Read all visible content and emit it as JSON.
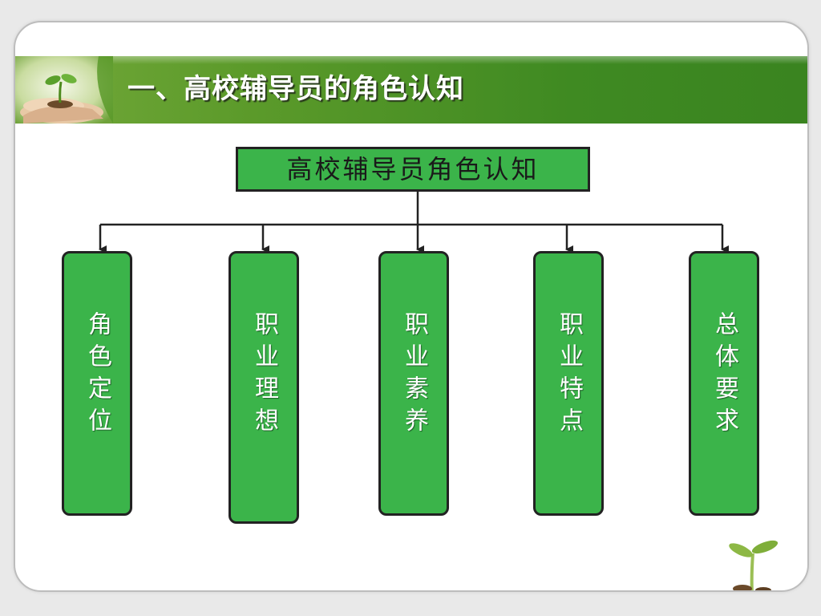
{
  "slide": {
    "title": "一、高校辅导员的角色认知"
  },
  "diagram": {
    "root": "高校辅导员角色认知",
    "children": [
      {
        "label": "角色定位"
      },
      {
        "label": "职业理想"
      },
      {
        "label": "职业素养"
      },
      {
        "label": "职业特点"
      },
      {
        "label": "总体要求"
      }
    ]
  },
  "colors": {
    "title_bar": "#4a8f26",
    "box_fill": "#3bb44a",
    "box_border": "#222222",
    "frame_border": "#bdbdbd"
  },
  "icons": [
    "hands-holding-seedling-image",
    "seedling-icon"
  ]
}
